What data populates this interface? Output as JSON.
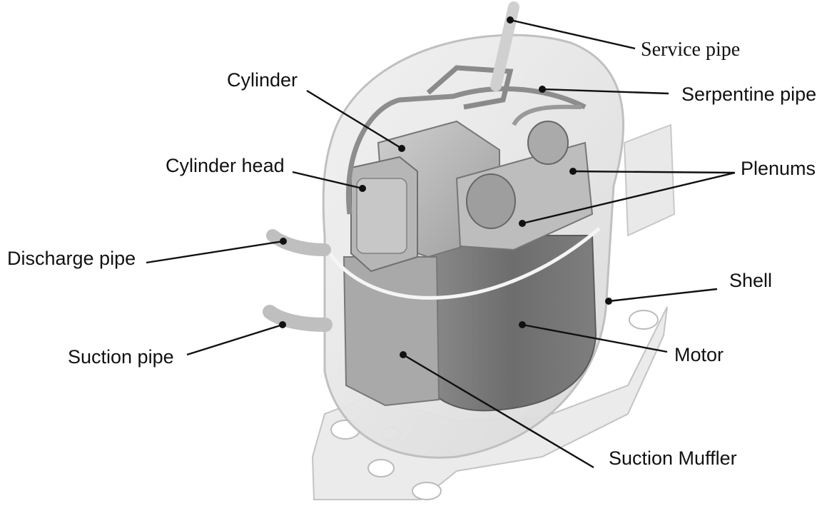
{
  "labels": {
    "service_pipe": "Service pipe",
    "serpentine_pipe": "Serpentine pipe",
    "cylinder": "Cylinder",
    "cylinder_head": "Cylinder head",
    "plenums": "Plenums",
    "discharge_pipe": "Discharge pipe",
    "shell": "Shell",
    "suction_pipe": "Suction pipe",
    "motor": "Motor",
    "suction_muffler": "Suction Muffler"
  }
}
